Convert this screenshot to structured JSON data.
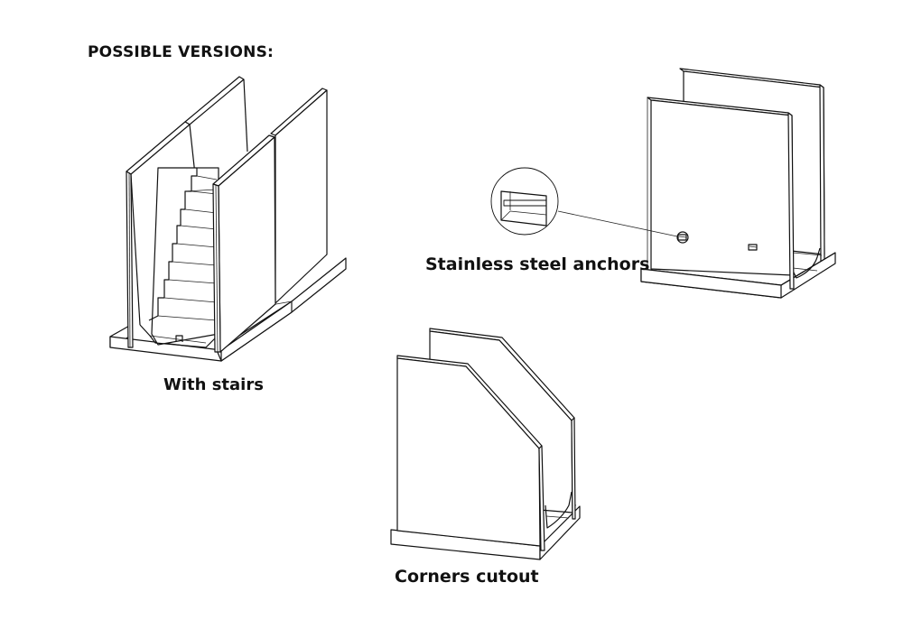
{
  "page": {
    "title": "POSSIBLE VERSIONS:",
    "background_color": "#ffffff",
    "line_color": "#111111"
  },
  "versions": [
    {
      "id": "with-stairs",
      "label": "With stairs",
      "feature": "internal staircase"
    },
    {
      "id": "stainless-anchors",
      "label": "Stainless steel anchors",
      "feature": "anchor detail callout"
    },
    {
      "id": "corners-cutout",
      "label": "Corners cutout",
      "feature": "chamfered top corners"
    }
  ]
}
